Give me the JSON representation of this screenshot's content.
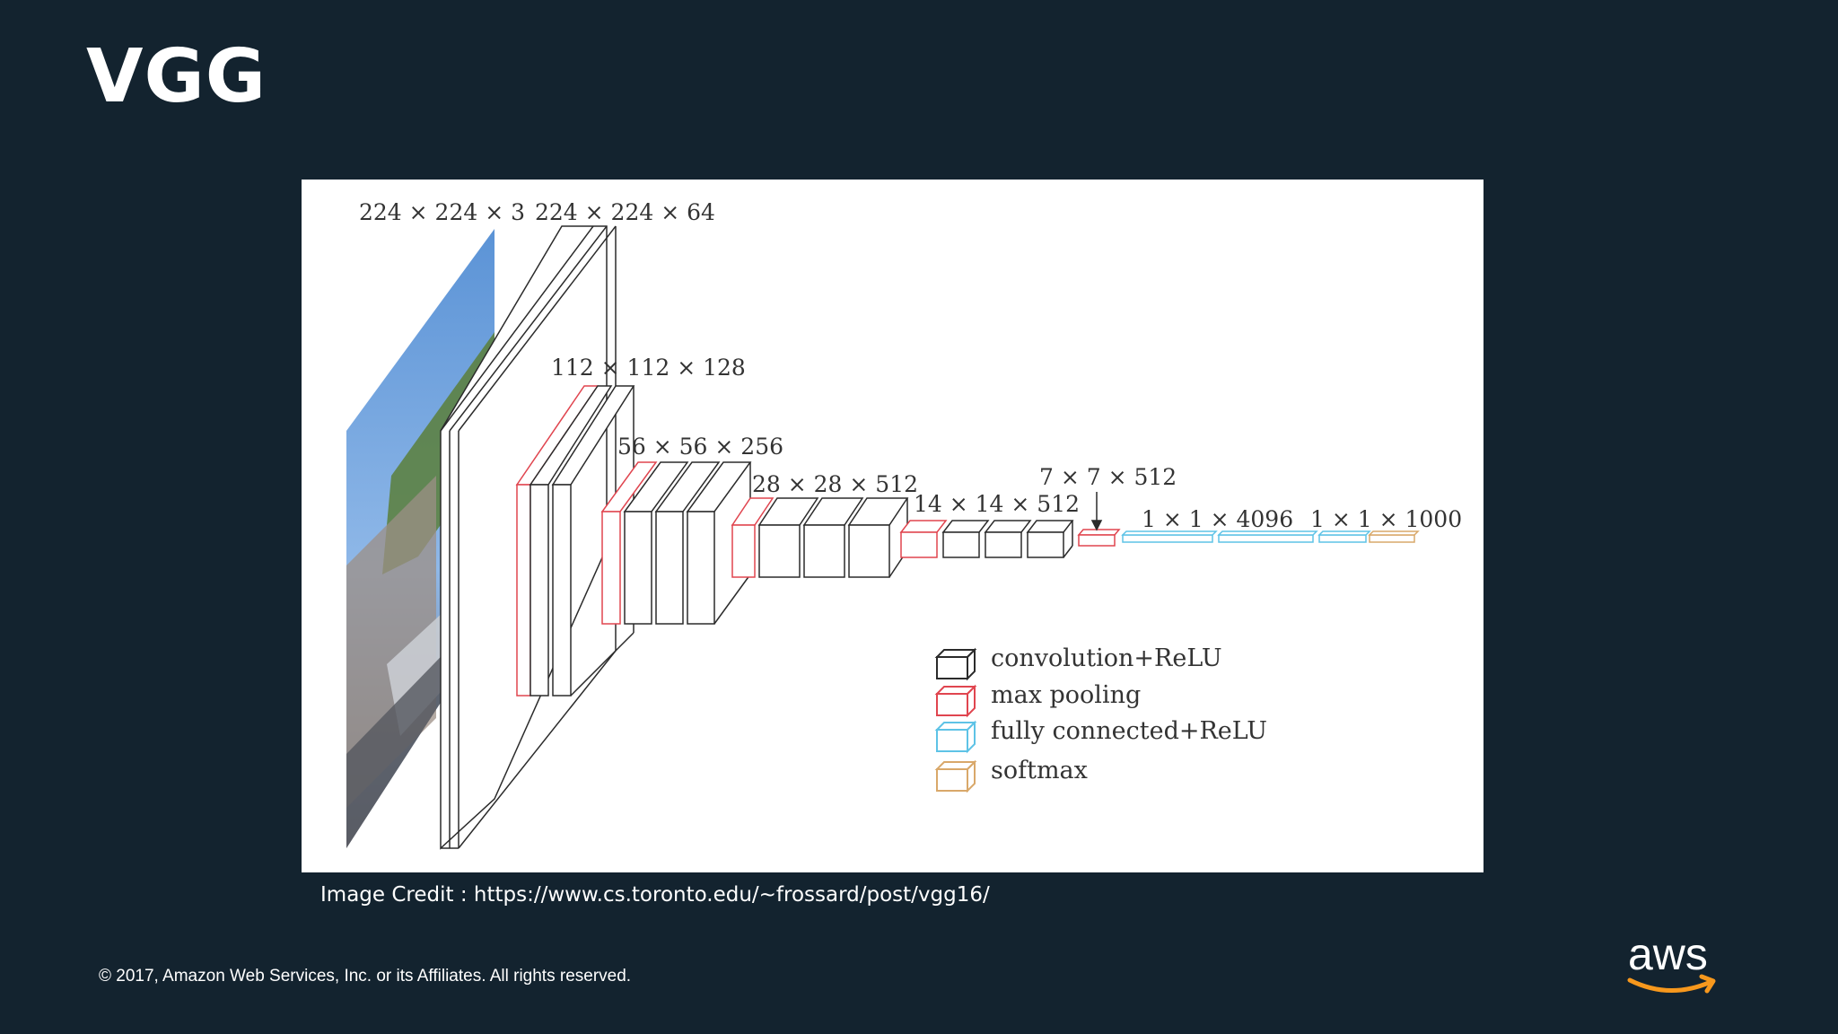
{
  "slide": {
    "title": "VGG",
    "image_credit": "Image Credit : https://www.cs.toronto.edu/~frossard/post/vgg16/",
    "copyright": "© 2017, Amazon Web Services, Inc. or its Affiliates. All rights reserved.",
    "logo_text": "aws"
  },
  "diagram": {
    "labels": {
      "input": "224 × 224 × 3",
      "conv1": "224 × 224 × 64",
      "conv2": "112 × 112 × 128",
      "conv3": "56 × 56 × 256",
      "conv4": "28 × 28 × 512",
      "conv5": "14 × 14 × 512",
      "pool5": "7 × 7 × 512",
      "fc": "1 × 1 × 4096",
      "softmax": "1 × 1 × 1000"
    },
    "legend": [
      {
        "label": "convolution+ReLU",
        "color": "#2b2b2b"
      },
      {
        "label": "max pooling",
        "color": "#e0454f"
      },
      {
        "label": "fully connected+ReLU",
        "color": "#5ec3e6"
      },
      {
        "label": "softmax",
        "color": "#d9a86a"
      }
    ],
    "colors": {
      "conv": "#2b2b2b",
      "pool": "#e0454f",
      "fc": "#5ec3e6",
      "softmax": "#d9a86a"
    }
  },
  "colors": {
    "background": "#13232f",
    "aws_smile": "#f7981d"
  }
}
